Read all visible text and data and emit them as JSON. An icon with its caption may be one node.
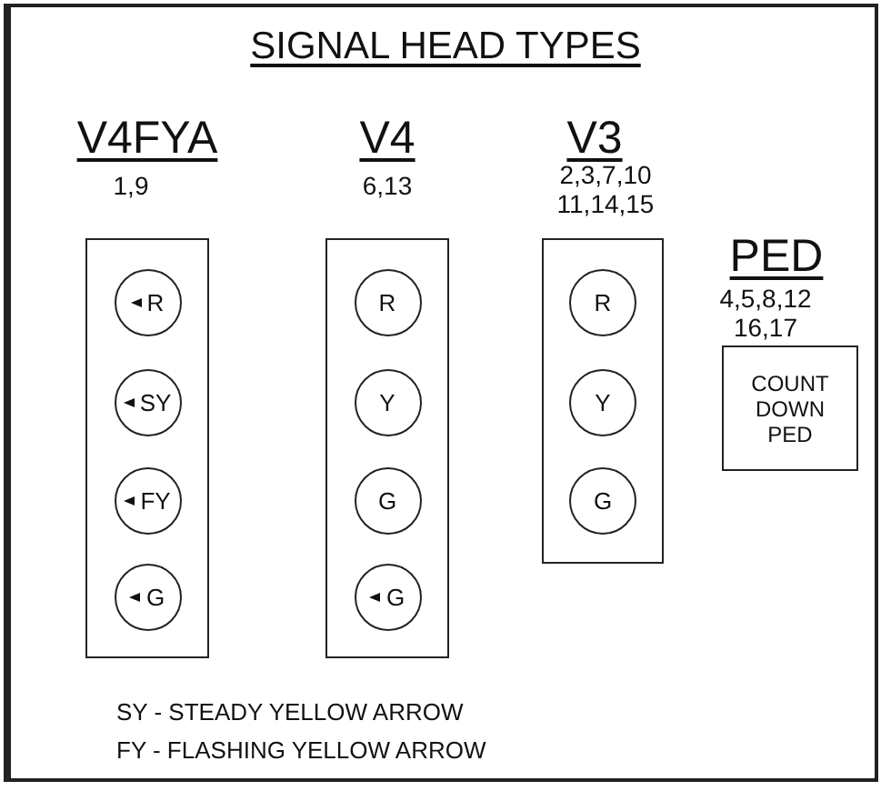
{
  "diagram": {
    "title": "SIGNAL HEAD TYPES",
    "nodes": [
      {
        "text": [
          "V4FYA"
        ],
        "beside": [
          "1,9"
        ]
      },
      {
        "text": [
          "R"
        ],
        "in": 0
      },
      {
        "text": [
          "SY"
        ],
        "in": 0
      },
      {
        "text": [
          "FY"
        ],
        "in": 0
      },
      {
        "text": [
          "G"
        ],
        "in": 0
      },
      {
        "text": [
          "V4"
        ],
        "beside": [
          "6,13"
        ]
      },
      {
        "text": [
          "R"
        ],
        "in": 5
      },
      {
        "text": [
          "Y"
        ],
        "in": 5
      },
      {
        "text": [
          "G"
        ],
        "in": 5
      },
      {
        "text": [
          "G"
        ],
        "in": 5
      },
      {
        "text": [
          "V3"
        ],
        "beside": [
          "2,3,7,10 11,14,15"
        ]
      },
      {
        "text": [
          "R"
        ],
        "in": 10
      },
      {
        "text": [
          "Y"
        ],
        "in": 10
      },
      {
        "text": [
          "G"
        ],
        "in": 10
      },
      {
        "text": [
          "PED",
          "COUNT DOWN PED"
        ],
        "beside": [
          "4,5,8,12 16,17"
        ]
      }
    ],
    "labels": [
      "SY - STEADY YELLOW ARROW",
      "FY - FLASHING YELLOW ARROW"
    ]
  }
}
